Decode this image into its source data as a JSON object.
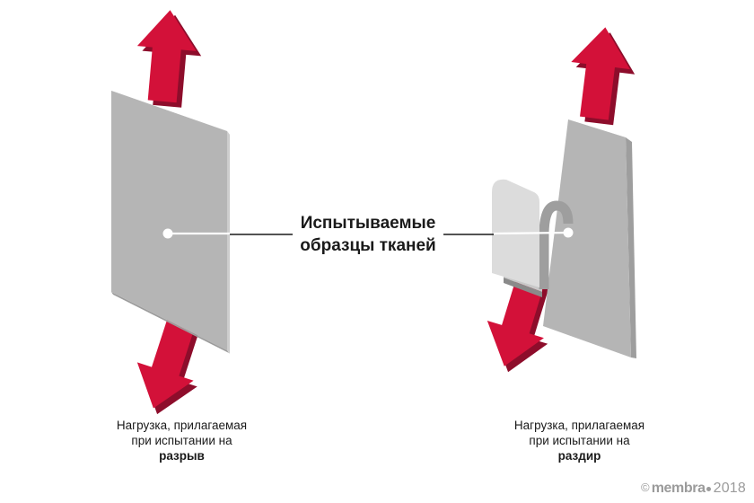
{
  "diagram": {
    "center_label": {
      "line1": "Испытываемые",
      "line2": "образцы тканей"
    },
    "left_figure": {
      "caption_line1": "Нагрузка, прилагаемая",
      "caption_line2_prefix": "при испытании на",
      "caption_line2_keyword": "разрыв"
    },
    "right_figure": {
      "caption_line1": "Нагрузка, прилагаемая",
      "caption_line2_prefix": "при испытании на",
      "caption_line2_keyword": "раздир"
    },
    "watermark": {
      "symbol": "©",
      "brand": "membra",
      "dot_icon": "logo-dot",
      "year": "2018"
    },
    "colors": {
      "arrow_red": "#d31139",
      "arrow_dark_red": "#8d0d2b",
      "fabric_gray": "#b5b5b5",
      "fabric_edge_light": "#d8d8d8",
      "fabric_edge_shadow": "#9e9e9e",
      "flap_light_gray": "#dcdcdc",
      "curl_gray": "#9e9e9e",
      "text_color": "#1a1a1a",
      "watermark_gray": "#9b9b9b",
      "background": "#ffffff"
    }
  }
}
